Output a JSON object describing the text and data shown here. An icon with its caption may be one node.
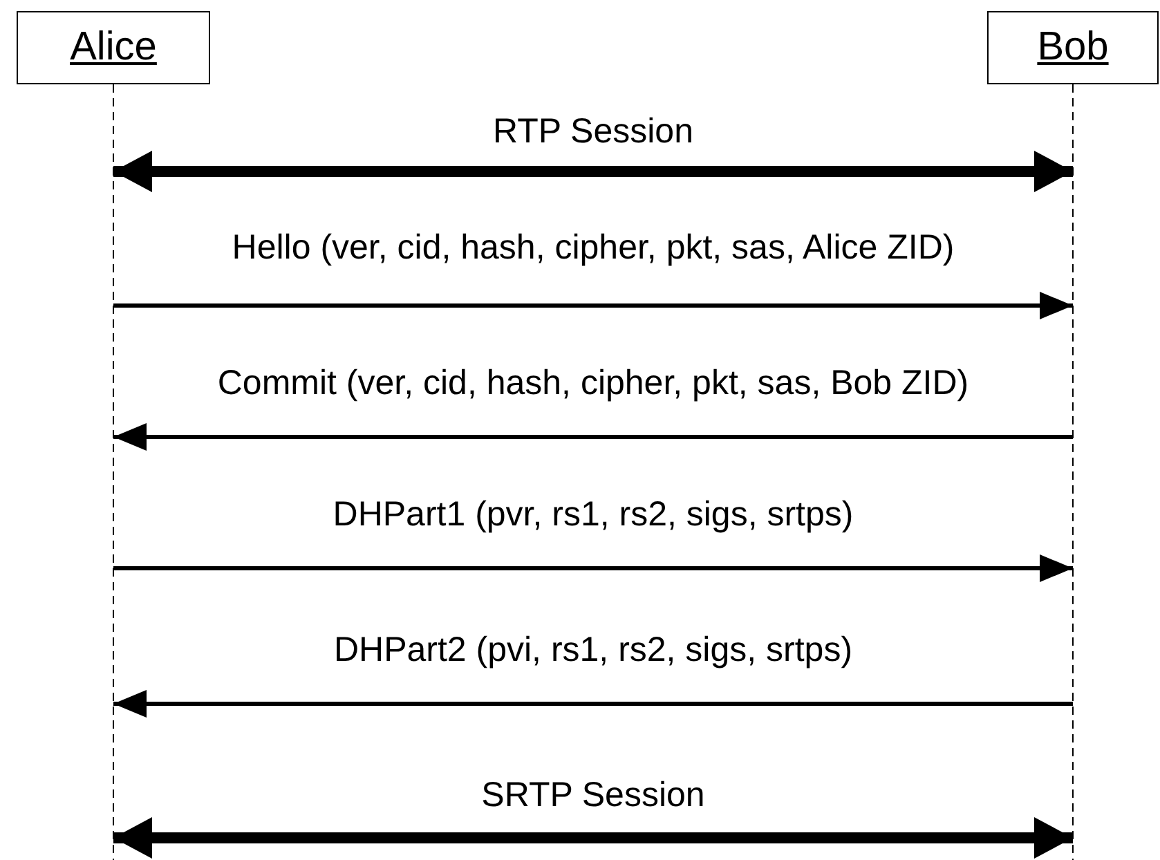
{
  "diagram": {
    "nodes": [
      {
        "text": [
          "Alice"
        ]
      },
      {
        "text": [
          "Bob"
        ]
      }
    ],
    "edges": [
      {
        "from": 0,
        "to": 1,
        "arrow": "both",
        "label": "RTP Session",
        "style": "thick"
      },
      {
        "from": 0,
        "to": 1,
        "arrow": "to",
        "label": "Hello (ver, cid, hash, cipher, pkt, sas, Alice ZID)"
      },
      {
        "from": 1,
        "to": 0,
        "arrow": "to",
        "label": "Commit (ver, cid, hash, cipher, pkt, sas, Bob ZID)"
      },
      {
        "from": 0,
        "to": 1,
        "arrow": "to",
        "label": "DHPart1 (pvr, rs1, rs2, sigs, srtps)"
      },
      {
        "from": 1,
        "to": 0,
        "arrow": "to",
        "label": "DHPart2 (pvi, rs1, rs2, sigs, srtps)"
      },
      {
        "from": 0,
        "to": 1,
        "arrow": "both",
        "label": "SRTP Session",
        "style": "thick"
      }
    ]
  }
}
